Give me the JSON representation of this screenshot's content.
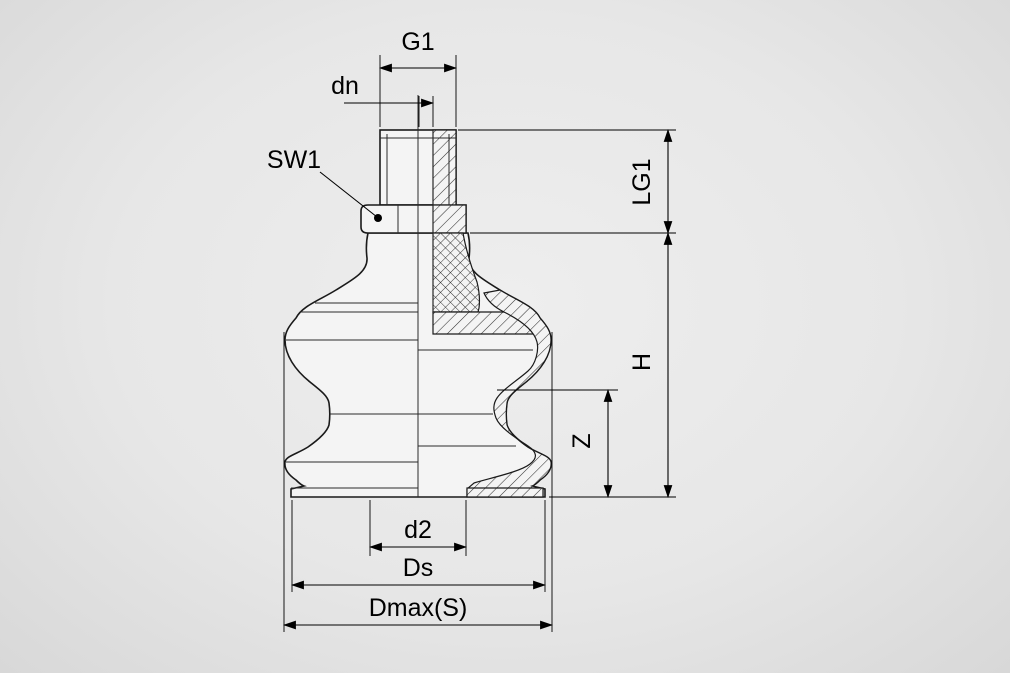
{
  "drawing": {
    "type": "technical-drawing",
    "subject": "bellows suction cup half-section with dimension callouts",
    "labels": {
      "g1": "G1",
      "dn": "dn",
      "sw1": "SW1",
      "lg1": "LG1",
      "h": "H",
      "z": "Z",
      "d2": "d2",
      "ds": "Ds",
      "dmax": "Dmax(S)"
    },
    "dimension_labels": [
      "G1",
      "dn",
      "SW1",
      "LG1",
      "H",
      "Z",
      "d2",
      "Ds",
      "Dmax(S)"
    ],
    "colors": {
      "background": "#e9e9e9",
      "line": "#1a1a1a",
      "body_fill": "#f4f4f4"
    }
  }
}
